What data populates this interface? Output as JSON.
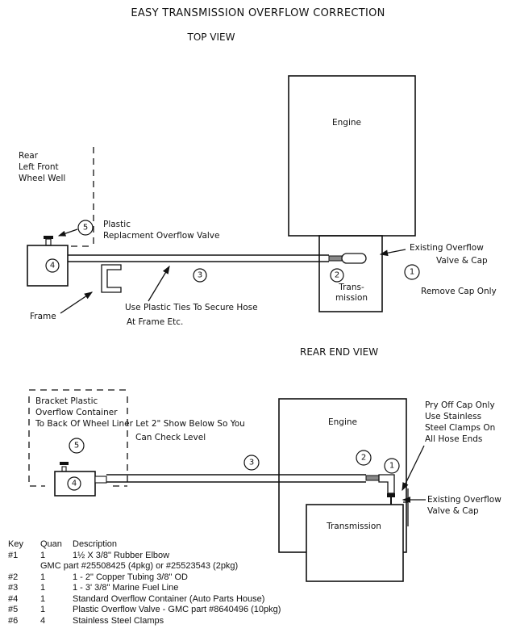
{
  "title": "EASY TRANSMISSION OVERFLOW CORRECTION",
  "top_view": {
    "heading": "TOP VIEW",
    "engine_label": "Engine",
    "transmission_label_line1": "Trans-",
    "transmission_label_line2": "mission",
    "wheel_well_line1": "Rear",
    "wheel_well_line2": "Left Front",
    "wheel_well_line3": "Wheel Well",
    "valve_note_line1": "Plastic",
    "valve_note_line2": "Replacment Overflow Valve",
    "existing_line1": "Existing Overflow",
    "existing_line2": "Valve & Cap",
    "remove_cap": "Remove Cap Only",
    "frame_label": "Frame",
    "ties_line1": "Use Plastic Ties To Secure Hose",
    "ties_line2": "At Frame Etc.",
    "callouts": [
      "1",
      "2",
      "3",
      "4",
      "5"
    ]
  },
  "rear_view": {
    "heading": "REAR END VIEW",
    "engine_label": "Engine",
    "transmission_label": "Transmission",
    "bracket_line1": "Bracket Plastic",
    "bracket_line2": "Overflow Container",
    "bracket_line3": "To Back Of Wheel Liner Let 2\" Show Below So You",
    "bracket_line4": "Can Check Level",
    "pry_line1": "Pry Off Cap Only",
    "pry_line2": "Use Stainless",
    "pry_line3": "Steel Clamps On",
    "pry_line4": "All Hose Ends",
    "existing_line1": "Existing Overflow",
    "existing_line2": "Valve & Cap",
    "callouts": [
      "1",
      "2",
      "3",
      "4",
      "5"
    ]
  },
  "parts_key": {
    "headers": {
      "key": "Key",
      "quan": "Quan",
      "description": "Description"
    },
    "rows": [
      {
        "key": "#1",
        "quan": "1",
        "description": "1½ X 3/8\" Rubber Elbow"
      },
      {
        "key": "",
        "quan": "",
        "description": "GMC part #25508425 (4pkg) or #25523543 (2pkg)"
      },
      {
        "key": "#2",
        "quan": "1",
        "description": "1 - 2\" Copper Tubing 3/8\" OD"
      },
      {
        "key": "#3",
        "quan": "1",
        "description": "1 - 3' 3/8\" Marine Fuel Line"
      },
      {
        "key": "#4",
        "quan": "1",
        "description": "Standard Overflow Container (Auto Parts House)"
      },
      {
        "key": "#5",
        "quan": "1",
        "description": "Plastic Overflow Valve - GMC part #8640496 (10pkg)"
      },
      {
        "key": "#6",
        "quan": "4",
        "description": "Stainless Steel Clamps"
      }
    ]
  }
}
